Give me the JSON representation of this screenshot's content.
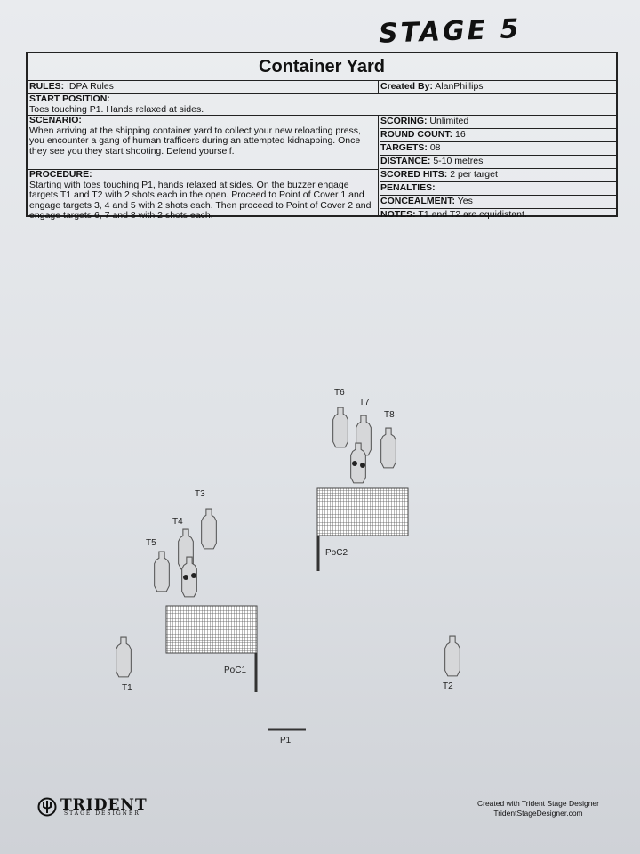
{
  "handwritten_title": "STAGE 5",
  "stage": {
    "title": "Container Yard",
    "rules_label": "RULES:",
    "rules_value": "IDPA Rules",
    "created_label": "Created By:",
    "created_value": "AlanPhillips",
    "start_label": "START POSITION:",
    "start_value": "Toes touching P1. Hands relaxed at sides.",
    "scenario_label": "SCENARIO:",
    "scenario_value": "When arriving at the shipping container yard to collect your new reloading press, you encounter a gang of human trafficers during an attempted kidnapping. Once they see you they start shooting. Defend yourself.",
    "procedure_label": "PROCEDURE:",
    "procedure_value": "Starting with toes touching P1, hands relaxed at sides. On the buzzer engage targets T1 and T2 with 2 shots each in the open. Proceed to Point of Cover 1 and engage targets 3, 4 and 5 with 2 shots each. Then proceed to Point of Cover 2 and engage targets 6, 7 and 8  with 2 shots each.",
    "details": [
      {
        "label": "SCORING:",
        "value": "Unlimited"
      },
      {
        "label": "ROUND COUNT:",
        "value": "16"
      },
      {
        "label": "TARGETS:",
        "value": "08"
      },
      {
        "label": "DISTANCE:",
        "value": "5-10 metres"
      },
      {
        "label": "SCORED HITS:",
        "value": "2 per target"
      },
      {
        "label": "PENALTIES:",
        "value": ""
      },
      {
        "label": "CONCEALMENT:",
        "value": "Yes"
      },
      {
        "label": "NOTES:",
        "value": "T1 and T2 are equidistant."
      }
    ]
  },
  "diagram": {
    "targets": [
      "T1",
      "T2",
      "T3",
      "T4",
      "T5",
      "T6",
      "T7",
      "T8"
    ],
    "cover": [
      "PoC1",
      "PoC2"
    ],
    "start": "P1"
  },
  "footer": {
    "logo_text": "TRIDENT",
    "logo_sub": "STAGE DESIGNER",
    "credit_line1": "Created with Trident Stage Designer",
    "credit_line2": "TridentStageDesigner.com"
  }
}
